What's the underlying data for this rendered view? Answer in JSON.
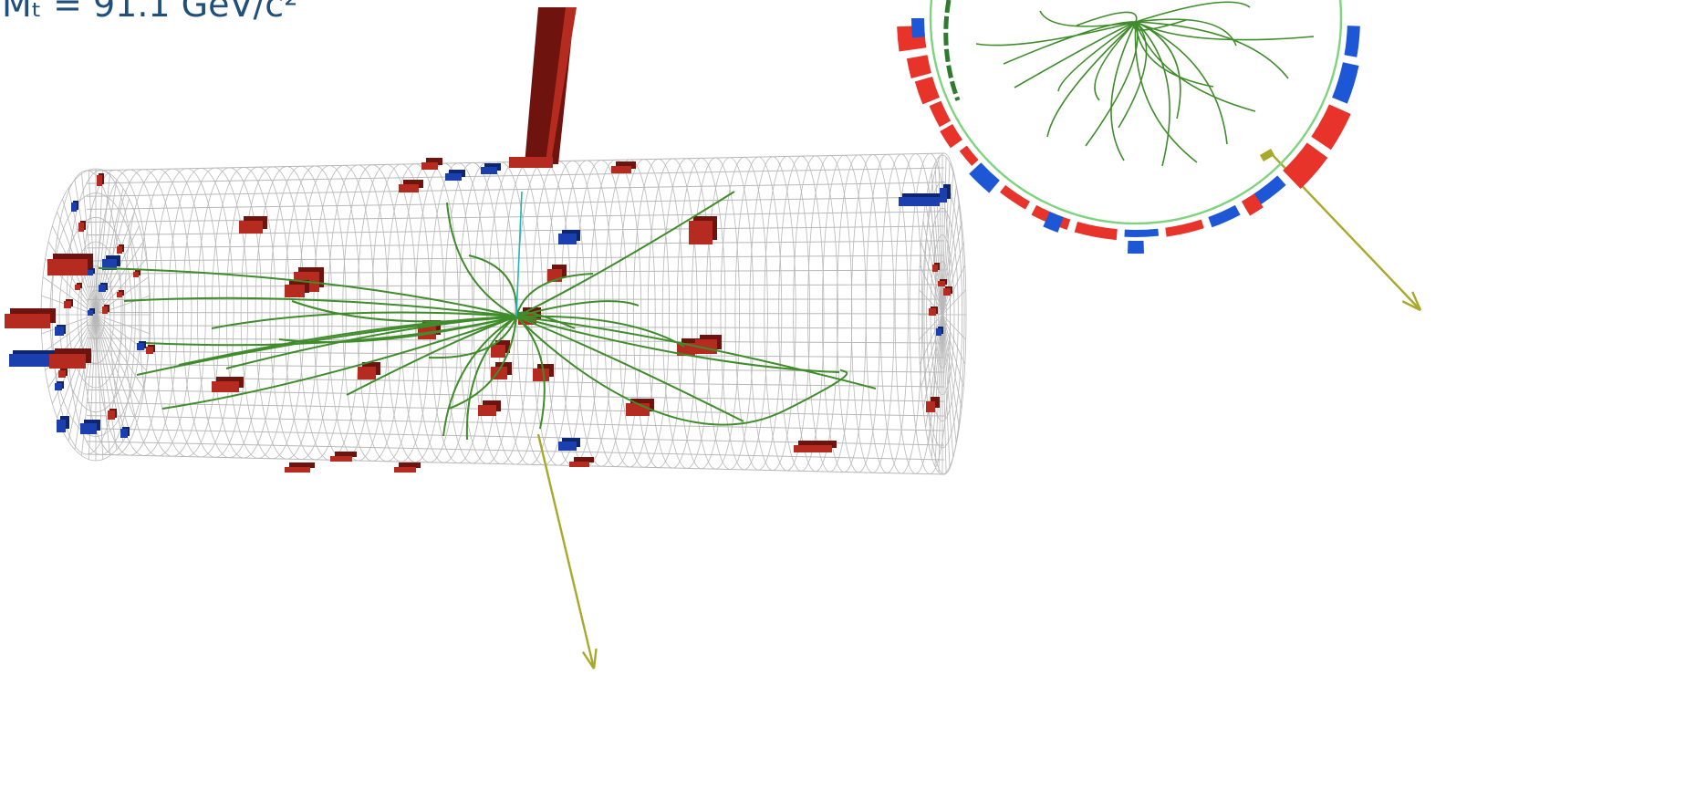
{
  "event_label": "Mₜ = 91.1 GeV/c²",
  "colors": {
    "background": "#ffffff",
    "label_text": "#1f4f7a",
    "mesh": "#b8b8b8",
    "track": "#3e8c2a",
    "hadronic_tower": "#b52b1f",
    "hadronic_tower_dark": "#6e130e",
    "em_tower": "#1c3fb0",
    "missing_et_arrow": "#a8a82a",
    "cyan_track": "#23b5b5",
    "end_view_ring": "#7ed37e",
    "end_view_inner_arc": "#2f7a2f",
    "end_view_em_segment": "#1e57d6",
    "end_view_had_segment": "#e8332a"
  },
  "views": [
    "3d-detector-view",
    "end-view"
  ],
  "icons": [
    "missing-et-arrow-icon",
    "track-icon",
    "tower-icon"
  ]
}
